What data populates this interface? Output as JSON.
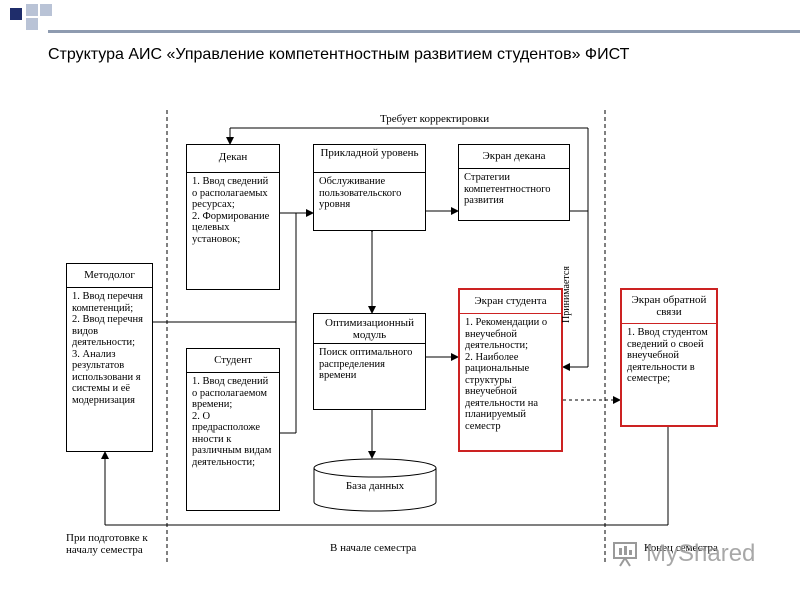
{
  "title": "Структура АИС «Управление компетентностным развитием студентов» ФИСТ",
  "colors": {
    "accent_dark": "#1f2d6b",
    "accent_light": "#8e9bb0",
    "highlight": "#cc2222"
  },
  "boxes": {
    "dekan": {
      "header": "Декан",
      "body": "1. Ввод сведений о располагаемых ресурсах;\n2. Формирование целевых установок;"
    },
    "prikladnoy": {
      "header": "Прикладной уровень",
      "body": "Обслуживание пользовательского уровня"
    },
    "ekran_dekana": {
      "header": "Экран декана",
      "body": "Стратегии компетентностного развития"
    },
    "metodolog": {
      "header": "Методолог",
      "body": "1. Ввод перечня компетенций;\n2. Ввод перечня видов деятельности;\n3. Анализ результатов использовани я системы и её модернизация"
    },
    "optim": {
      "header": "Оптимизационный модуль",
      "body": "Поиск оптимального распределения времени"
    },
    "ekran_studenta": {
      "header": "Экран студента",
      "body": "1. Рекомендации о внеучебной деятельности;\n2. Наиболее рациональные структуры внеучебной деятельности на планируемый семестр"
    },
    "ekran_obr": {
      "header": "Экран обратной связи",
      "body": "1. Ввод студентом сведений о своей внеучебной деятельности в семестре;"
    },
    "student": {
      "header": "Студент",
      "body": "1. Ввод сведений о располагаемом времени;\n2. О предрасположе нности к различным видам деятельности;"
    },
    "bd": {
      "label": "База данных"
    }
  },
  "labels": {
    "trebuet": "Требует корректировки",
    "prinimaetsya": "Принимается",
    "phase1": "При подготовке к началу семестра",
    "phase2": "В начале семестра",
    "phase3": "Конец семестра"
  },
  "watermark": "MyShared"
}
